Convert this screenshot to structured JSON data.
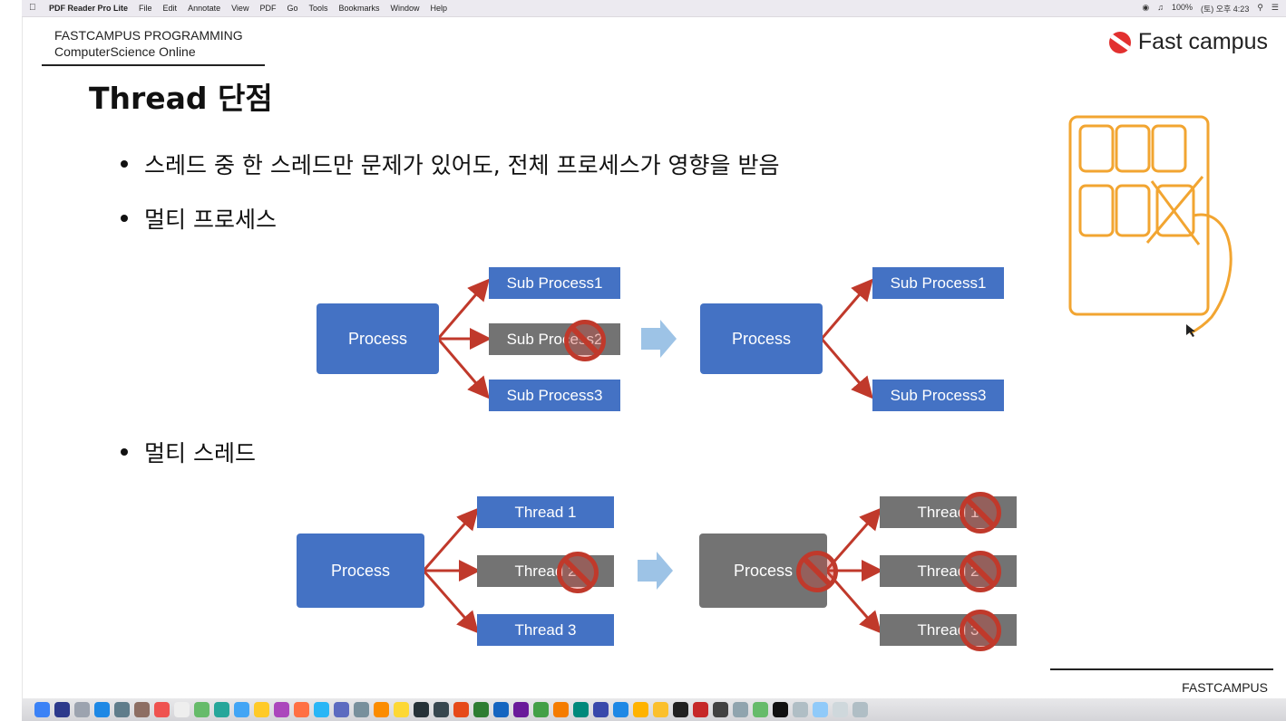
{
  "menubar": {
    "app_name": "PDF Reader Pro Lite",
    "menus": [
      "File",
      "Edit",
      "Annotate",
      "View",
      "PDF",
      "Go",
      "Tools",
      "Bookmarks",
      "Window",
      "Help"
    ],
    "status_battery": "100%",
    "status_clock": "(토) 오후 4:23"
  },
  "slide": {
    "brand_line1": "FASTCAMPUS PROGRAMMING",
    "brand_line2": "ComputerScience Online",
    "logo_text": "Fast campus",
    "title": "Thread 단점",
    "bullets": [
      "스레드 중 한 스레드만 문제가 있어도, 전체 프로세스가 영향을 받음",
      "멀티 프로세스",
      "멀티 스레드"
    ],
    "process_label": "Process",
    "multi_process_left": [
      "Sub Process1",
      "Sub Process2",
      "Sub Process3"
    ],
    "multi_process_right": [
      "Sub Process1",
      "Sub Process3"
    ],
    "multi_thread_left": [
      "Thread 1",
      "Thread 2",
      "Thread 3"
    ],
    "multi_thread_right": [
      "Thread 1",
      "Thread 2",
      "Thread 3"
    ],
    "footer": "FASTCAMPUS"
  },
  "colors": {
    "box_blue": "#4472c4",
    "box_gray": "#737373",
    "arrow_red": "#c0392b",
    "annotation_orange": "#f2a531",
    "logo_red": "#e2302f"
  }
}
